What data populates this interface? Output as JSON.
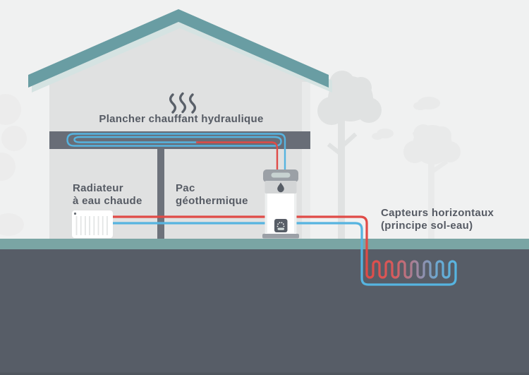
{
  "labels": {
    "floor_heating": "Plancher chauffant hydraulique",
    "radiator_line1": "Radiateur",
    "radiator_line2": "à eau chaude",
    "heat_pump_line1": "Pac",
    "heat_pump_line2": "géothermique",
    "collectors_line1": "Capteurs horizontaux",
    "collectors_line2": "(principe sol-eau)"
  },
  "icons": {
    "heat_waves": "heat-waves-icon",
    "water_drop": "water-drop-icon"
  },
  "colors": {
    "background": "#f0f1f1",
    "house_wall": "#e0e1e1",
    "roof": "#699da3",
    "roof_underside": "#d5e3e2",
    "floor_slab": "#686d77",
    "grass": "#7aa5a4",
    "ground": "#575d67",
    "hot_pipe_red": "#e04b47",
    "cold_pipe_blue": "#56b4e0",
    "text": "#565b64",
    "pump_gray": "#9ba0a6",
    "panel_dark": "#575d66"
  }
}
